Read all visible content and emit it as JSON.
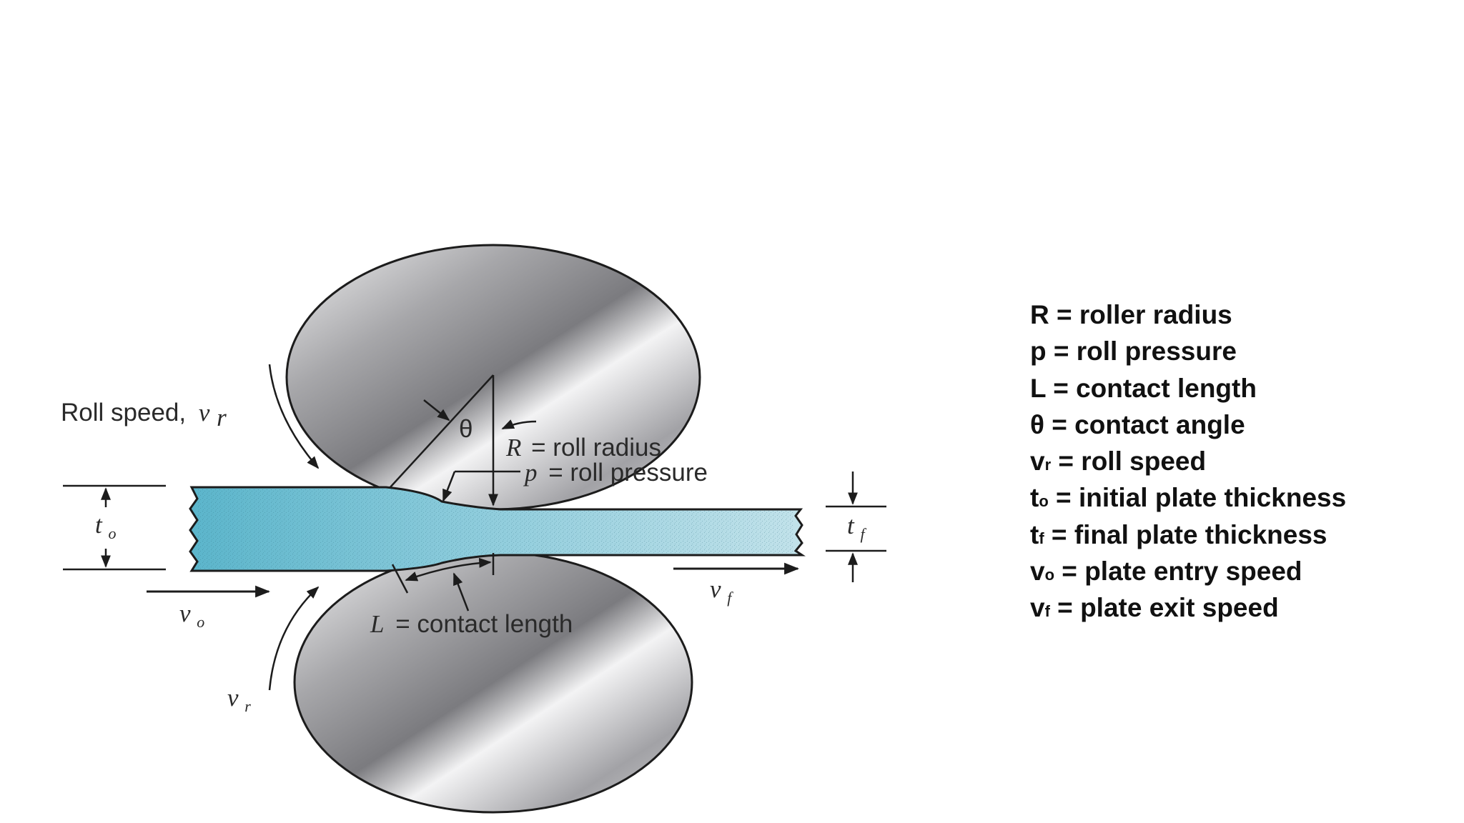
{
  "diagram": {
    "labels": {
      "roll_speed": "Roll speed,",
      "vr_top": "v",
      "vr_top_sub": "r",
      "theta": "θ",
      "R_symbol": "R",
      "R_text": "= roll radius",
      "p_symbol": "p",
      "p_text": "= roll pressure",
      "to": "t",
      "to_sub": "o",
      "tf": "t",
      "tf_sub": "f",
      "vo": "v",
      "vo_sub": "o",
      "vf": "v",
      "vf_sub": "f",
      "L_symbol": "L",
      "L_text": "= contact length",
      "vr_bottom": "v",
      "vr_bottom_sub": "r"
    },
    "colors": {
      "roll_light": "#e2e2e4",
      "roll_dark": "#86868a",
      "plate_entry": "#5fb8cd",
      "plate_exit": "#b8dde6",
      "line": "#1c1c1c"
    }
  },
  "legend": [
    {
      "symbol": "R",
      "sub": "",
      "text": " = roller radius"
    },
    {
      "symbol": "p",
      "sub": "",
      "text": " = roll pressure"
    },
    {
      "symbol": "L",
      "sub": "",
      "text": " = contact length"
    },
    {
      "symbol": "θ",
      "sub": "",
      "text": " = contact angle"
    },
    {
      "symbol": "v",
      "sub": "r",
      "text": " = roll speed"
    },
    {
      "symbol": "t",
      "sub": "o",
      "text": " = initial plate thickness"
    },
    {
      "symbol": "t",
      "sub": "f",
      "text": " = final plate thickness"
    },
    {
      "symbol": "v",
      "sub": "o",
      "text": " = plate entry speed"
    },
    {
      "symbol": "v",
      "sub": "f",
      "text": " = plate exit speed"
    }
  ]
}
